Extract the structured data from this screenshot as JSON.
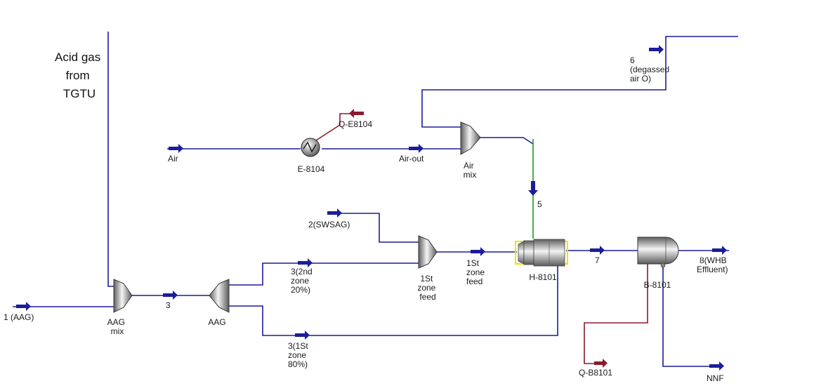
{
  "colors": {
    "stream": "#1c1c9c",
    "energy": "#8b1a2b",
    "selected_stream": "#1f9c1f",
    "selected_unit": "#e6e600",
    "equipment_dark": "#6e6e6e",
    "equipment_light": "#f2f2f2"
  },
  "annotation": {
    "lines": [
      "Acid gas",
      "from",
      "TGTU"
    ]
  },
  "streams": {
    "aag_in": {
      "lines": [
        "1 (AAG)"
      ]
    },
    "s3": {
      "lines": [
        "3"
      ]
    },
    "s3_2nd": {
      "lines": [
        "3(2nd",
        "zone",
        "20%)"
      ]
    },
    "s3_1st": {
      "lines": [
        "3(1St",
        "zone",
        "80%)"
      ]
    },
    "swsag": {
      "lines": [
        "2(SWSAG)"
      ]
    },
    "first_zone_feed": {
      "lines": [
        "1St",
        "zone",
        "feed"
      ]
    },
    "air": {
      "lines": [
        "Air"
      ]
    },
    "air_out": {
      "lines": [
        "Air-out"
      ]
    },
    "q_e8104": {
      "lines": [
        "Q-E8104"
      ]
    },
    "degassed": {
      "lines": [
        "6",
        "(degassed",
        "air O)"
      ]
    },
    "s5": {
      "lines": [
        "5"
      ]
    },
    "s7": {
      "lines": [
        "7"
      ]
    },
    "whb": {
      "lines": [
        "8(WHB",
        "Effluent)"
      ]
    },
    "q_b8101": {
      "lines": [
        "Q-B8101"
      ]
    },
    "nnf": {
      "lines": [
        "NNF"
      ]
    }
  },
  "units": {
    "aag_mix": {
      "lines": [
        "AAG",
        "mix"
      ]
    },
    "aag_split": {
      "lines": [
        "AAG"
      ]
    },
    "first_zone_feed_mixer": {
      "lines": [
        "1St",
        "zone",
        "feed"
      ]
    },
    "air_mix": {
      "lines": [
        "Air",
        "mix"
      ]
    },
    "e8104": {
      "lines": [
        "E-8104"
      ]
    },
    "h8101": {
      "lines": [
        "H-8101"
      ]
    },
    "b8101": {
      "lines": [
        "B-8101"
      ]
    }
  }
}
